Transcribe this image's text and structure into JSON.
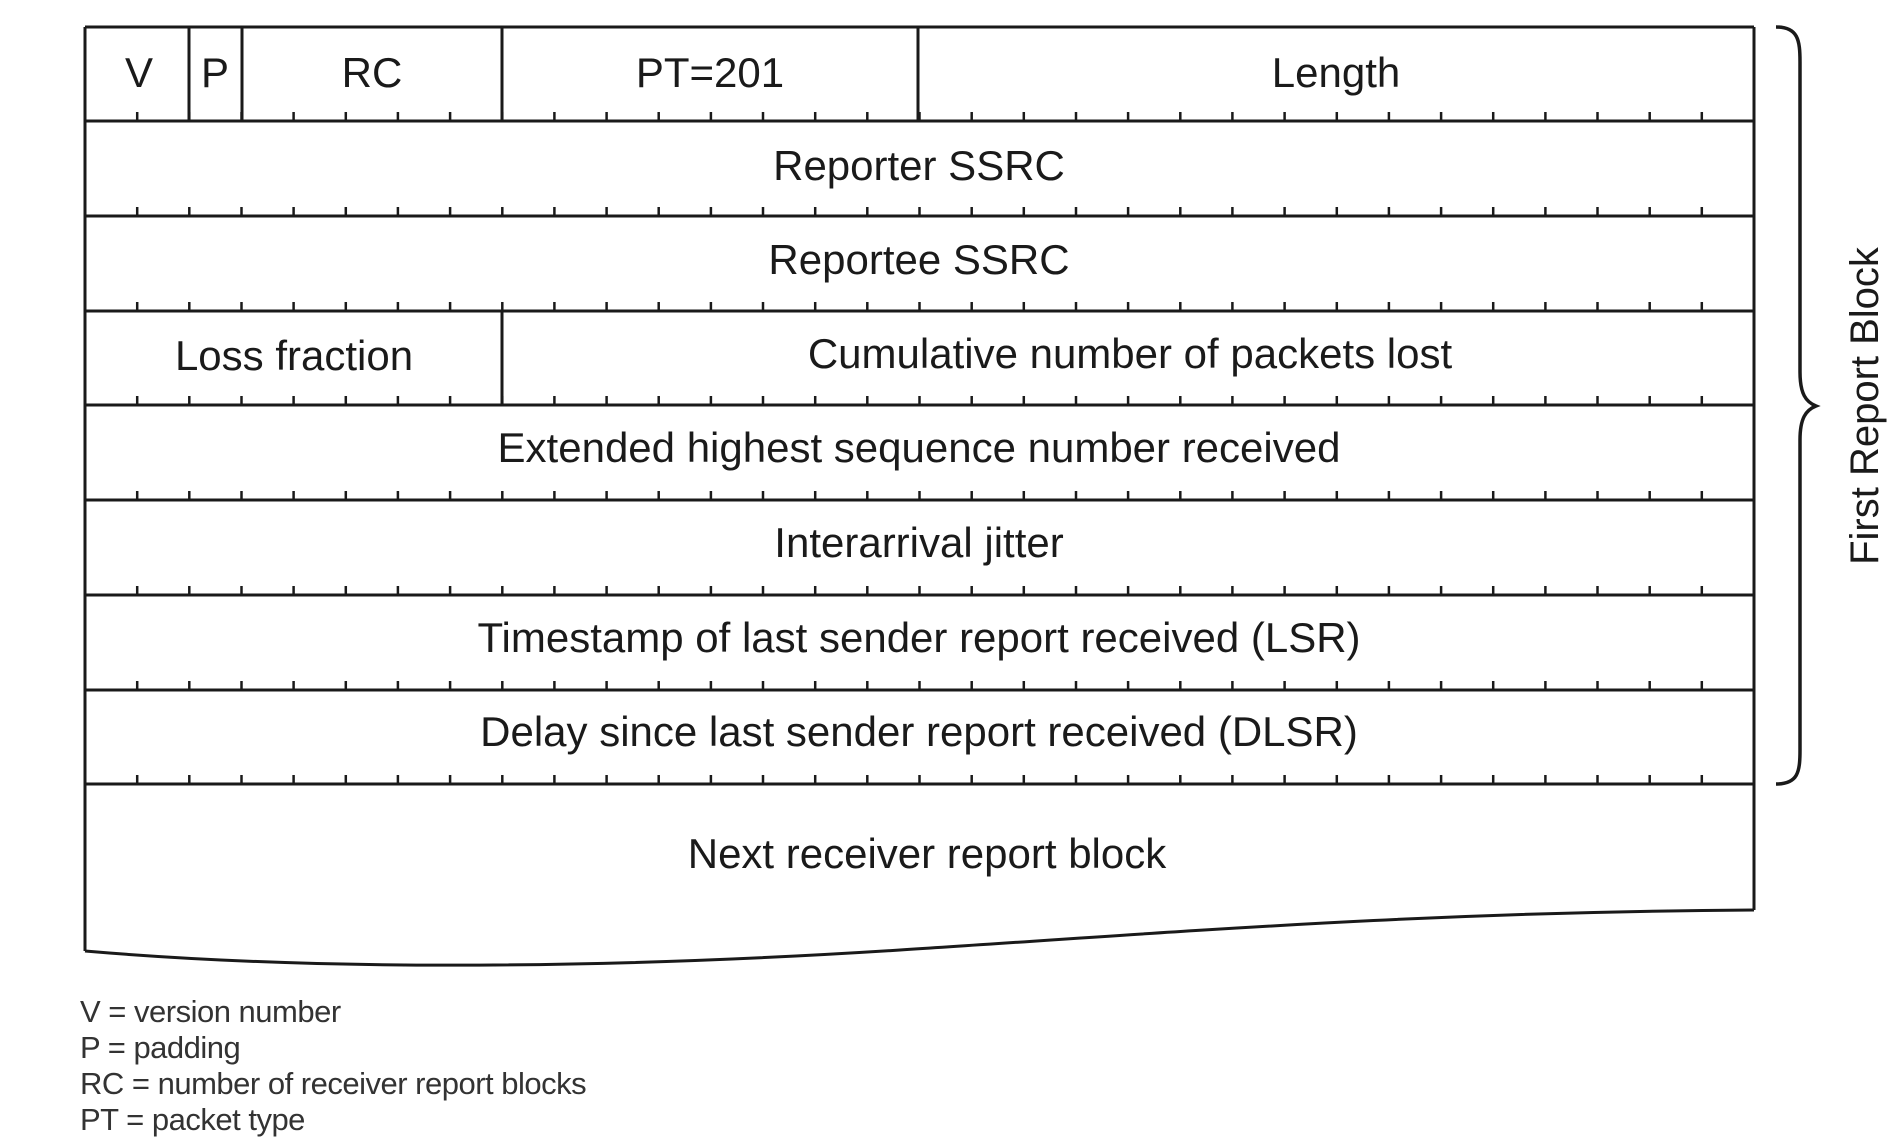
{
  "packet_header": {
    "version": "V",
    "padding": "P",
    "report_count": "RC",
    "packet_type": "PT=201",
    "length": "Length"
  },
  "fields": {
    "reporter_ssrc": "Reporter SSRC",
    "reportee_ssrc": "Reportee SSRC",
    "loss_fraction": "Loss fraction",
    "cumulative_lost": "Cumulative number of packets lost",
    "extended_highest_seq": "Extended highest sequence number received",
    "interarrival_jitter": "Interarrival jitter",
    "lsr": "Timestamp of last sender report received (LSR)",
    "dlsr": "Delay since last sender report received (DLSR)",
    "next_block": "Next receiver report block"
  },
  "brace_label": "First Report Block",
  "legend": [
    "V = version number",
    "P = padding",
    "RC = number of receiver report blocks",
    "PT = packet type"
  ],
  "colors": {
    "line": "#1a1a1a",
    "text": "#1a1a1a"
  }
}
